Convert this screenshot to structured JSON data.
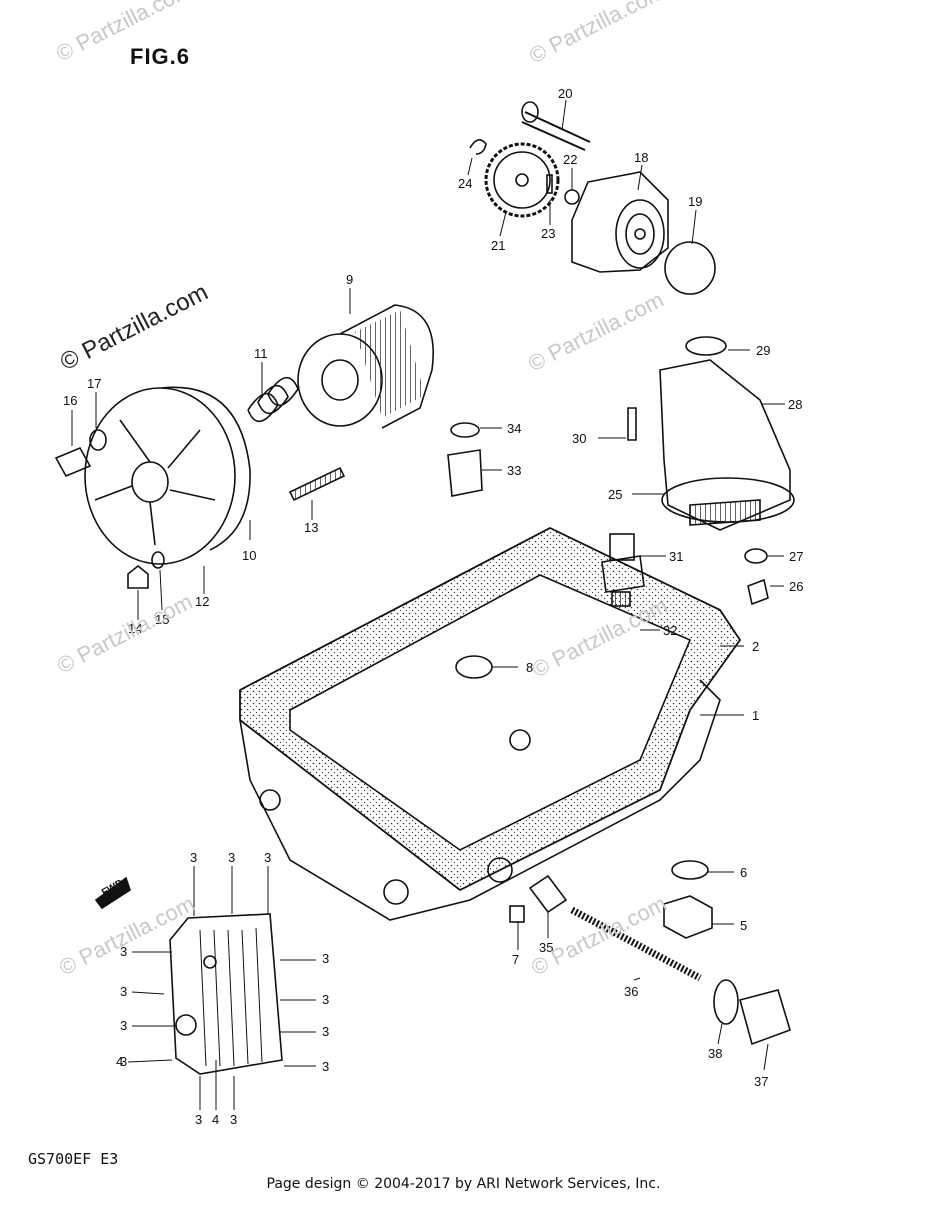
{
  "figure_title": "FIG.6",
  "model_code": "GS700EF  E3",
  "footer": "Page design © 2004-2017 by ARI Network Services, Inc.",
  "watermark": "© Partzilla.com",
  "fwd_label": "FWD",
  "callouts": [
    {
      "id": "c20",
      "label": "20"
    },
    {
      "id": "c18",
      "label": "18"
    },
    {
      "id": "c22",
      "label": "22"
    },
    {
      "id": "c24",
      "label": "24"
    },
    {
      "id": "c19",
      "label": "19"
    },
    {
      "id": "c21",
      "label": "21"
    },
    {
      "id": "c23",
      "label": "23"
    },
    {
      "id": "c9",
      "label": "9"
    },
    {
      "id": "c29",
      "label": "29"
    },
    {
      "id": "c11",
      "label": "11"
    },
    {
      "id": "c28",
      "label": "28"
    },
    {
      "id": "c17",
      "label": "17"
    },
    {
      "id": "c16",
      "label": "16"
    },
    {
      "id": "c34",
      "label": "34"
    },
    {
      "id": "c30",
      "label": "30"
    },
    {
      "id": "c33",
      "label": "33"
    },
    {
      "id": "c25",
      "label": "25"
    },
    {
      "id": "c13",
      "label": "13"
    },
    {
      "id": "c10",
      "label": "10"
    },
    {
      "id": "c31",
      "label": "31"
    },
    {
      "id": "c27",
      "label": "27"
    },
    {
      "id": "c26",
      "label": "26"
    },
    {
      "id": "c12",
      "label": "12"
    },
    {
      "id": "c15",
      "label": "15"
    },
    {
      "id": "c14",
      "label": "14"
    },
    {
      "id": "c32",
      "label": "32"
    },
    {
      "id": "c2",
      "label": "2"
    },
    {
      "id": "c8",
      "label": "8"
    },
    {
      "id": "c1",
      "label": "1"
    },
    {
      "id": "c6",
      "label": "6"
    },
    {
      "id": "c5",
      "label": "5"
    },
    {
      "id": "c7",
      "label": "7"
    },
    {
      "id": "c35",
      "label": "35"
    },
    {
      "id": "c36",
      "label": "36"
    },
    {
      "id": "c38",
      "label": "38"
    },
    {
      "id": "c37",
      "label": "37"
    },
    {
      "id": "c3a",
      "label": "3"
    },
    {
      "id": "c3b",
      "label": "3"
    },
    {
      "id": "c3c",
      "label": "3"
    },
    {
      "id": "c3d",
      "label": "3"
    },
    {
      "id": "c3e",
      "label": "3"
    },
    {
      "id": "c3f",
      "label": "3"
    },
    {
      "id": "c3g",
      "label": "3"
    },
    {
      "id": "c3h",
      "label": "3"
    },
    {
      "id": "c3i",
      "label": "3"
    },
    {
      "id": "c3j",
      "label": "3"
    },
    {
      "id": "c3k",
      "label": "3"
    },
    {
      "id": "c3l",
      "label": "3"
    },
    {
      "id": "c3m",
      "label": "3"
    },
    {
      "id": "c4a",
      "label": "4"
    },
    {
      "id": "c4b",
      "label": "4"
    }
  ]
}
